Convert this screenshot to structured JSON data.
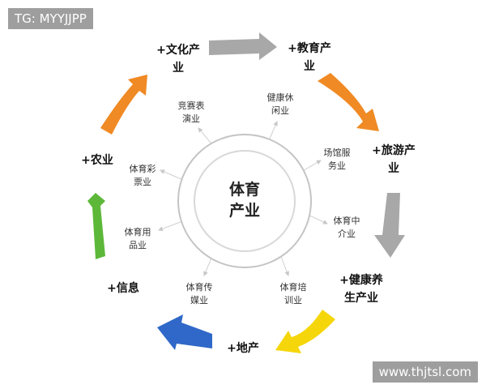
{
  "watermark_top_left": "TG: MYYJJPP",
  "watermark_bottom_right": "www.thjtsl.com",
  "center": {
    "line1": "体育",
    "line2": "产业"
  },
  "industries": [
    {
      "line1": "+文化产",
      "line2": "业"
    },
    {
      "line1": "+教育产",
      "line2": "业"
    },
    {
      "line1": "+旅游产",
      "line2": "业"
    },
    {
      "line1": "+健康养",
      "line2": "生产业"
    },
    {
      "line1": "+地产",
      "line2": ""
    },
    {
      "line1": "+信息",
      "line2": ""
    },
    {
      "line1": "+农业",
      "line2": ""
    }
  ],
  "sub_sectors": [
    {
      "line1": "竞赛表",
      "line2": "演业"
    },
    {
      "line1": "健康休",
      "line2": "闲业"
    },
    {
      "line1": "场馆服",
      "line2": "务业"
    },
    {
      "line1": "体育中",
      "line2": "介业"
    },
    {
      "line1": "体育培",
      "line2": "训业"
    },
    {
      "line1": "体育传",
      "line2": "媒业"
    },
    {
      "line1": "体育用",
      "line2": "品业"
    },
    {
      "line1": "体育彩",
      "line2": "票业"
    }
  ],
  "colors": {
    "gray_arrow": "#a8a8a8",
    "orange_arrow": "#f08a24",
    "yellow_arrow": "#f5d60a",
    "blue_arrow": "#2f68c8",
    "green_arrow": "#5db83a",
    "ring_outer": "#c4c4c4",
    "ring_inner": "#d8d8d8",
    "spoke": "#d0d0d0"
  }
}
